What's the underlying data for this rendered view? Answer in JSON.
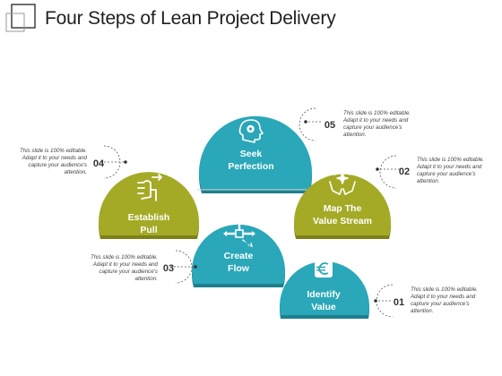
{
  "title": "Four Steps of Lean Project Delivery",
  "colors": {
    "teal": "#2aa7b8",
    "olive": "#a4aa26",
    "teal_shadow": "#1e7f8c",
    "olive_shadow": "#7c8119"
  },
  "steps": [
    {
      "number": "05",
      "label": [
        "Seek",
        "Perfection"
      ],
      "icon": "head-gear-icon",
      "desc": [
        "This slide is 100% editable.",
        "Adapt it to your needs and",
        "capture your audience's",
        "attention."
      ]
    },
    {
      "number": "04",
      "label": [
        "Establish",
        "Pull"
      ],
      "icon": "hand-pull-icon",
      "desc": [
        "This slide is 100% editable.",
        "Adapt it to your needs and",
        "capture your audience's",
        "attention."
      ]
    },
    {
      "number": "02",
      "label": [
        "Map The",
        "Value Stream"
      ],
      "icon": "hands-sparkle-icon",
      "desc": [
        "This slide is 100% editable.",
        "Adapt it to your needs and",
        "capture your audience's",
        "attention."
      ]
    },
    {
      "number": "03",
      "label": [
        "Create",
        "Flow"
      ],
      "icon": "arrows-flow-icon",
      "desc": [
        "This slide is 100% editable.",
        "Adapt it to your needs and",
        "capture your audience's",
        "attention."
      ]
    },
    {
      "number": "01",
      "label": [
        "Identify",
        "Value"
      ],
      "icon": "euro-icon",
      "desc": [
        "This slide is 100% editable.",
        "Adapt it to your needs and",
        "capture your audience's",
        "attention."
      ]
    }
  ]
}
